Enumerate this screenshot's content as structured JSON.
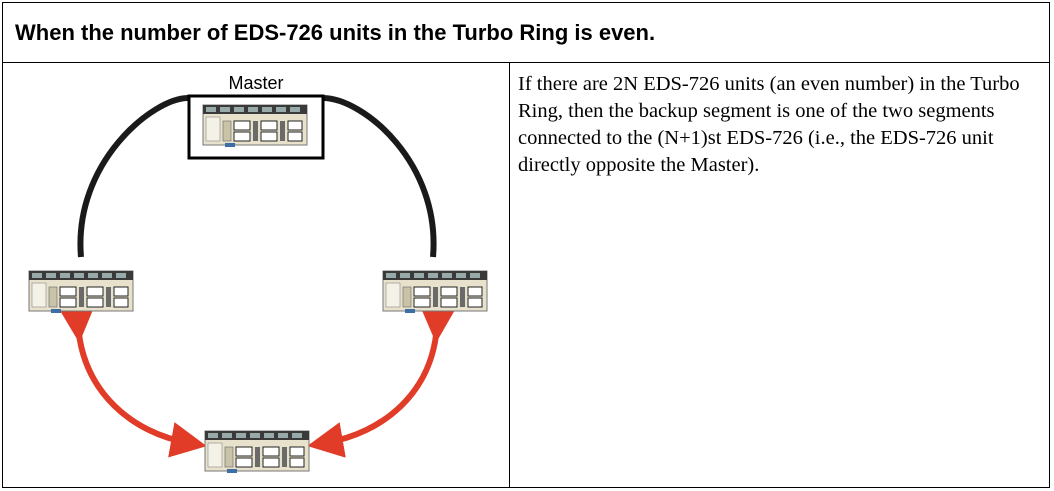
{
  "header": {
    "title": "When the number of EDS-726 units in the Turbo Ring is even."
  },
  "diagram": {
    "master_label": "Master",
    "devices": [
      {
        "role": "master",
        "icon": "switch-icon"
      },
      {
        "role": "left",
        "icon": "switch-icon"
      },
      {
        "role": "right",
        "icon": "switch-icon"
      },
      {
        "role": "opposite",
        "icon": "switch-icon"
      }
    ],
    "colors": {
      "ring_line": "#1a1a1a",
      "backup_arrow": "#e03c28",
      "device_body": "#e8e2cc"
    }
  },
  "body": {
    "paragraph": "If there are 2N EDS-726 units (an even number) in the Turbo Ring, then the backup segment is one of the two segments connected to the (N+1)st EDS-726 (i.e., the EDS-726 unit directly opposite the Master)."
  }
}
